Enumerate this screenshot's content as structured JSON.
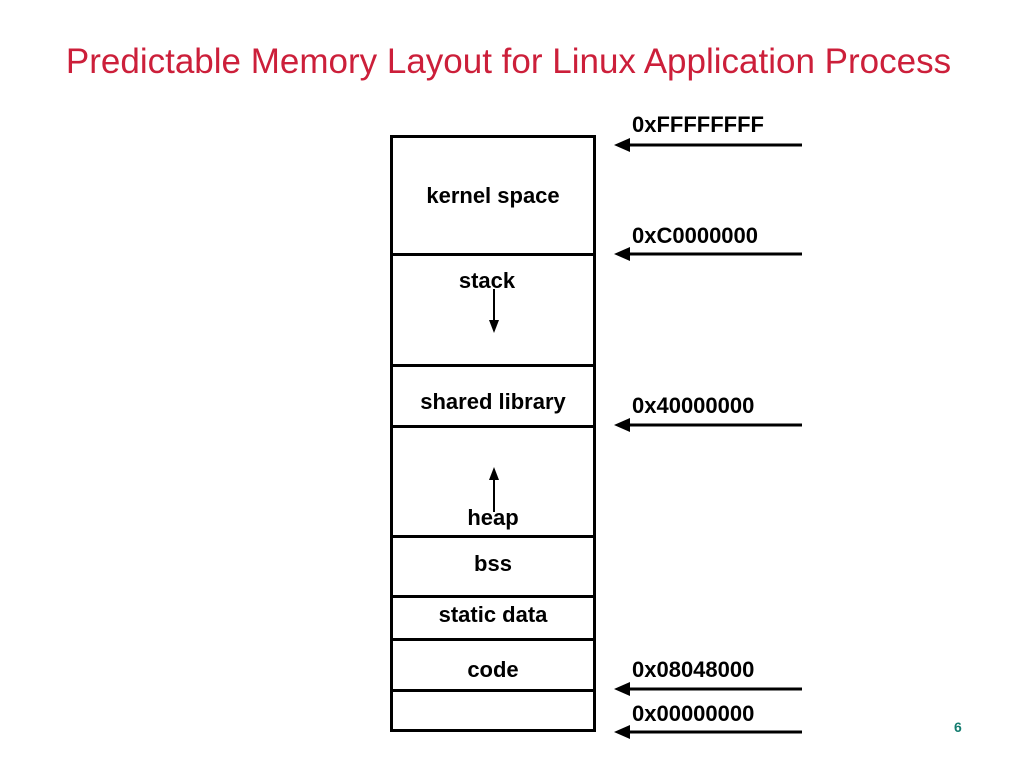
{
  "slide": {
    "title": "Predictable Memory Layout for Linux Application Process",
    "page_number": "6"
  },
  "segments": {
    "kernel": "kernel space",
    "stack": "stack",
    "shared_library": "shared library",
    "heap": "heap",
    "bss": "bss",
    "static_data": "static data",
    "code": "code"
  },
  "addresses": {
    "top": "0xFFFFFFFF",
    "kernel_base": "0xC0000000",
    "mmap_base": "0x40000000",
    "code_start": "0x08048000",
    "zero": "0x00000000"
  },
  "colors": {
    "title": "#cc1f3a",
    "page_number": "#137c6f",
    "lines": "#000000"
  }
}
